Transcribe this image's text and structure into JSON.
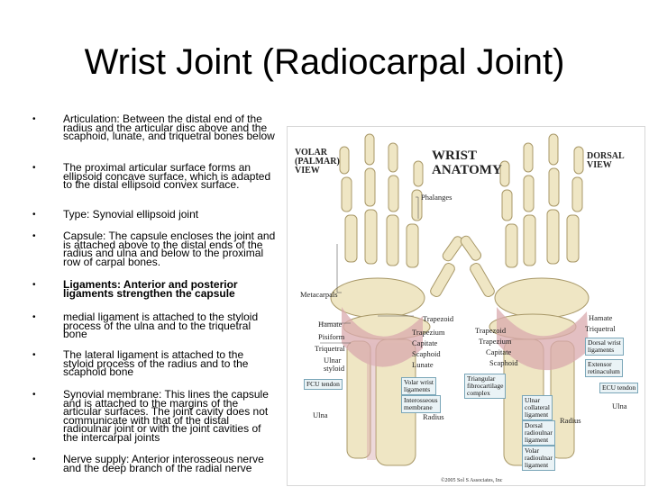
{
  "title": "Wrist Joint (Radiocarpal Joint)",
  "bullets": [
    {
      "text": "Articulation: Between the distal end of the radius and the articular disc above and the scaphoid, lunate, and triquetral bones below",
      "bold": false
    },
    {
      "text": "The proximal articular surface forms an ellipsoid concave surface, which is adapted to the distal ellipsoid convex surface.",
      "bold": false
    },
    {
      "text": "Type: Synovial ellipsoid joint",
      "bold": false
    },
    {
      "text": "Capsule: The capsule encloses the joint and is attached above to the distal ends of the radius and ulna and below to the proximal row of carpal bones.",
      "bold": false
    },
    {
      "text": "Ligaments: Anterior and posterior ligaments strengthen the capsule",
      "bold": true
    },
    {
      "text": "medial ligament is attached to the styloid process of the ulna and to the triquetral bone",
      "bold": false
    },
    {
      "text": "The lateral ligament is attached to the styloid process of the radius and to the scaphoid bone",
      "bold": false
    },
    {
      "text": "Synovial membrane: This lines the capsule and is attached to the margins of the articular surfaces. The joint cavity does not communicate with that of the distal radioulnar joint or with the joint cavities of the intercarpal joints",
      "bold": false
    },
    {
      "text": "Nerve supply: Anterior interosseous nerve and the deep branch of the radial nerve",
      "bold": false
    }
  ],
  "bullet_symbol": "•",
  "figure": {
    "heading": "WRIST\nANATOMY",
    "left_view": "VOLAR\n(PALMAR)\nVIEW",
    "right_view": "DORSAL\nVIEW",
    "labels": {
      "phalanges": "Phalanges",
      "metacarpals": "Metacarpals",
      "hamate_l": "Hamate",
      "pisiform": "Pisiform",
      "triquetral_l": "Triquetral",
      "ulnar_styloid": "Ulnar\nstyloid",
      "trapezoid_l": "Trapezoid",
      "trapezium_l": "Trapezium",
      "capitate_l": "Capitate",
      "scaphoid_l": "Scaphoid",
      "lunate_l": "Lunate",
      "trapezoid_r": "Trapezoid",
      "trapezium_r": "Trapezium",
      "capitate_r": "Capitate",
      "scaphoid_r": "Scaphoid",
      "hamate_r": "Hamate",
      "triquetral_r": "Triquetral",
      "ulna_l": "Ulna",
      "radius_l": "Radius",
      "radius_r": "Radius",
      "ulna_r": "Ulna"
    },
    "boxes": {
      "fcu_tendon": "FCU tendon",
      "volar_wrist_ligaments": "Volar wrist\nligaments",
      "interosseous_membrane": "Interosseous\nmembrane",
      "tfcc": "Triangular\nfibrocartilage\ncomplex",
      "dorsal_wrist_ligaments": "Dorsal wrist\nligaments",
      "extensor_retinaculum": "Extensor\nretinaculum",
      "ecu_tendon": "ECU tendon",
      "ulnar_collateral": "Ulnar\ncollateral\nligament",
      "dorsal_radioulnar": "Dorsal\nradioulnar\nligament",
      "volar_radioulnar": "Volar\nradioulnar\nligament"
    },
    "credit": "©2005 Sol S Associates, Inc",
    "colors": {
      "bone": "#efe6c4",
      "bone_edge": "#a89868",
      "ligament": "#d9a9ae",
      "box": "#eaf3f6"
    }
  }
}
